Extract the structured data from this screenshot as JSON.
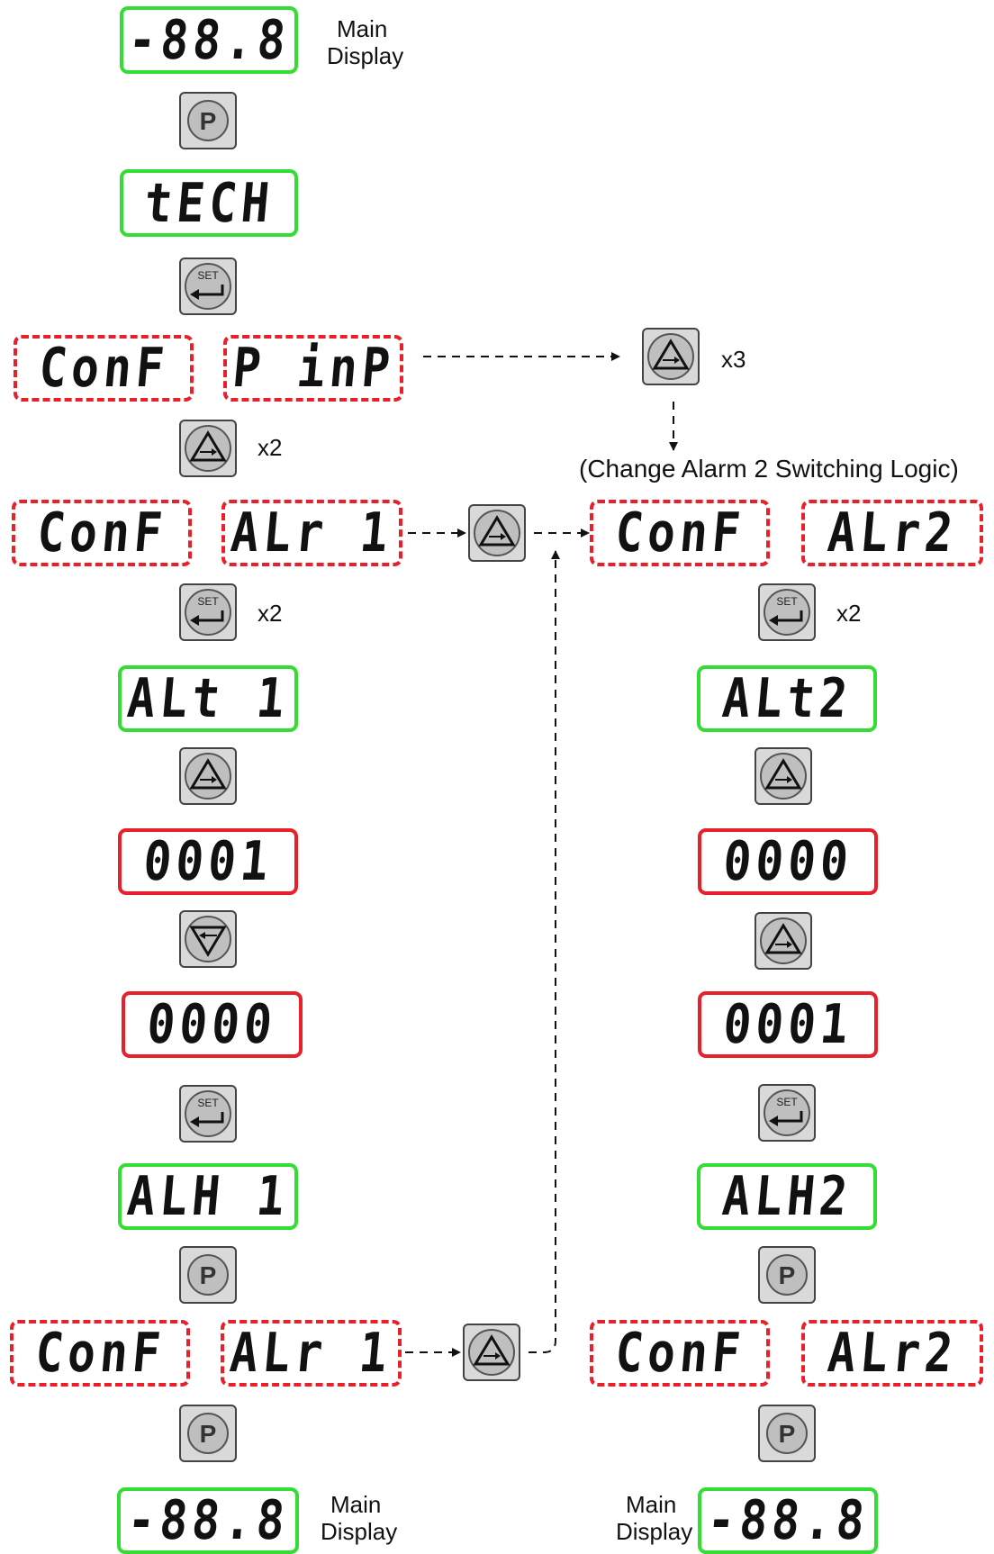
{
  "colors": {
    "run_display_border": "#33dd33",
    "value_display_border": "#e8202a",
    "menu_display_border": "#e8202a",
    "key_face": "#d9d9d9",
    "line": "#111111"
  },
  "labels": {
    "main_display_line1": "Main",
    "main_display_line2": "Display",
    "alarm2_note": "(Change Alarm 2 Switching Logic)",
    "x2": "x2",
    "x3": "x3"
  },
  "displays": {
    "main_top": "-88.8",
    "tech": "tECH",
    "conf": "ConF",
    "pinp": "P inP",
    "alr1": "ALr 1",
    "alr2": "ALr2",
    "alt1": "ALt 1",
    "alt2": "ALt2",
    "val_0001": "0001",
    "val_0000": "0000",
    "alh1": "ALH 1",
    "alh2": "ALH2",
    "main_bottom": "-88.8"
  },
  "keys": {
    "p": "P",
    "set": "SET",
    "up_icon": "up-arrow-key-icon",
    "down_icon": "down-arrow-key-icon",
    "enter_icon": "enter-arrow-icon"
  }
}
